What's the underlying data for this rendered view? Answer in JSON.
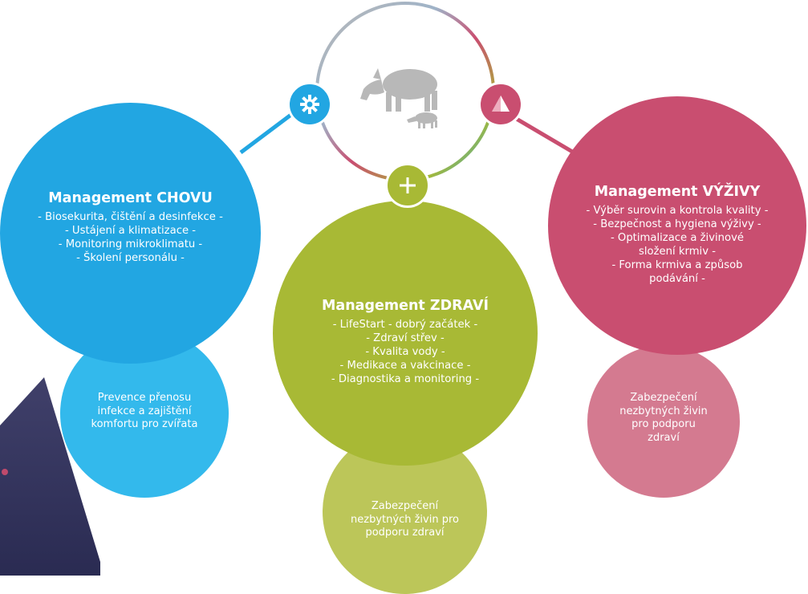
{
  "center": {
    "icon": "pig-with-piglet-icon"
  },
  "badges": {
    "left_icon": "gear-icon",
    "right_icon": "pyramid-icon",
    "bottom_icon": "plus-icon"
  },
  "chovu": {
    "title": "Management CHOVU",
    "items": [
      "- Biosekurita, čištění a desinfekce -",
      "- Ustájení a klimatizace -",
      "- Monitoring mikroklimatu -",
      "- Školení personálu -"
    ],
    "sub": [
      "Prevence přenosu",
      "infekce a zajištění",
      "komfortu pro zvířata"
    ]
  },
  "zdravi": {
    "title": "Management ZDRAVÍ",
    "items": [
      "- LifeStart - dobrý začátek -",
      "- Zdraví střev -",
      "- Kvalita vody -",
      "- Medikace a vakcinace -",
      "- Diagnostika a monitoring -"
    ],
    "sub": [
      "Zabezpečení",
      "nezbytných živin pro",
      "podporu zdraví"
    ]
  },
  "vyzivy": {
    "title": "Management VÝŽIVY",
    "items": [
      "- Výběr surovin a kontrola kvality -",
      "- Bezpečnost a hygiena výživy -",
      "- Optimalizace a živinové",
      "složení krmiv -",
      "- Forma krmiva a způsob",
      "podávání -"
    ],
    "sub": [
      "Zabezpečení",
      "nezbytných živin",
      "pro podporu",
      "zdraví"
    ]
  },
  "colors": {
    "blue": "#22a6e2",
    "blue_light": "#33b9ec",
    "green": "#a8b935",
    "green_light": "#bcc659",
    "pink": "#c94e70",
    "pink_light": "#d47a90",
    "gray_icon": "#b8b8b8"
  }
}
